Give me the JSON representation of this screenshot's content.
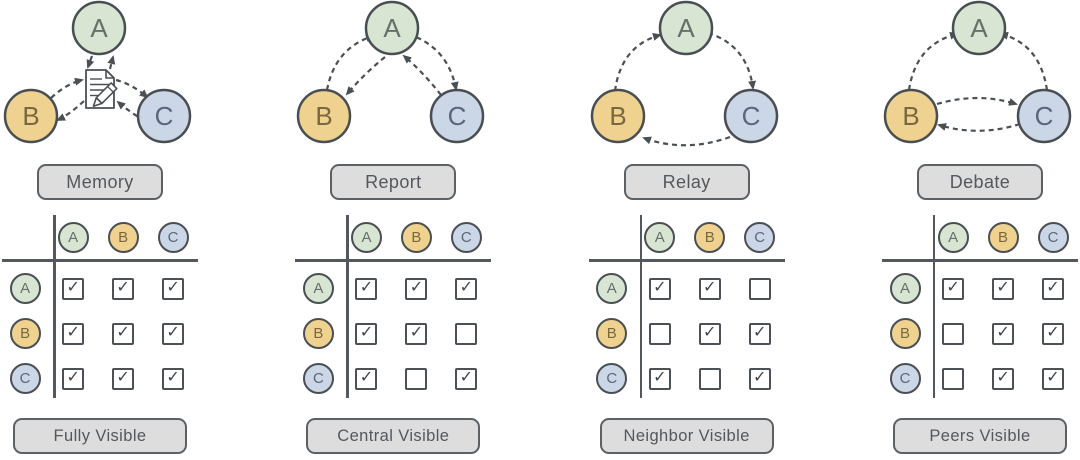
{
  "check_glyph": "✓",
  "colors": {
    "node_stroke": "#484e52",
    "edge": "#4b5054",
    "button_bg": "#dcdddc",
    "button_border": "#5c6165",
    "nodes": {
      "A": {
        "fill": "#d7e5d2",
        "text": "#64716a"
      },
      "B": {
        "fill": "#f0d290",
        "text": "#79683f"
      },
      "C": {
        "fill": "#cbd6e7",
        "text": "#5b6678"
      }
    }
  },
  "panels": [
    {
      "id": "memory",
      "topology_label": "Memory",
      "visibility_label": "Fully Visible",
      "nodes": [
        "A",
        "B",
        "C"
      ],
      "center_icon": "memo-icon",
      "edges": [
        "A→memo",
        "memo→A",
        "B→memo",
        "memo→B",
        "memo→C",
        "C→memo"
      ],
      "matrix": {
        "rows": [
          "A",
          "B",
          "C"
        ],
        "cols": [
          "A",
          "B",
          "C"
        ],
        "checks": [
          [
            true,
            true,
            true
          ],
          [
            true,
            true,
            true
          ],
          [
            true,
            true,
            true
          ]
        ]
      }
    },
    {
      "id": "report",
      "topology_label": "Report",
      "visibility_label": "Central Visible",
      "nodes": [
        "A",
        "B",
        "C"
      ],
      "center_icon": null,
      "edges": [
        "B→A",
        "A→B",
        "A→C",
        "C→A"
      ],
      "matrix": {
        "rows": [
          "A",
          "B",
          "C"
        ],
        "cols": [
          "A",
          "B",
          "C"
        ],
        "checks": [
          [
            true,
            true,
            true
          ],
          [
            true,
            true,
            false
          ],
          [
            true,
            false,
            true
          ]
        ]
      }
    },
    {
      "id": "relay",
      "topology_label": "Relay",
      "visibility_label": "Neighbor Visible",
      "nodes": [
        "A",
        "B",
        "C"
      ],
      "center_icon": null,
      "edges": [
        "B→A",
        "A→C",
        "C→B"
      ],
      "matrix": {
        "rows": [
          "A",
          "B",
          "C"
        ],
        "cols": [
          "A",
          "B",
          "C"
        ],
        "checks": [
          [
            true,
            true,
            false
          ],
          [
            false,
            true,
            true
          ],
          [
            true,
            false,
            true
          ]
        ]
      }
    },
    {
      "id": "debate",
      "topology_label": "Debate",
      "visibility_label": "Peers Visible",
      "nodes": [
        "A",
        "B",
        "C"
      ],
      "center_icon": null,
      "edges": [
        "B→A",
        "C→A",
        "B→C",
        "C→B"
      ],
      "matrix": {
        "rows": [
          "A",
          "B",
          "C"
        ],
        "cols": [
          "A",
          "B",
          "C"
        ],
        "checks": [
          [
            true,
            true,
            true
          ],
          [
            false,
            true,
            true
          ],
          [
            false,
            true,
            true
          ]
        ]
      }
    }
  ]
}
